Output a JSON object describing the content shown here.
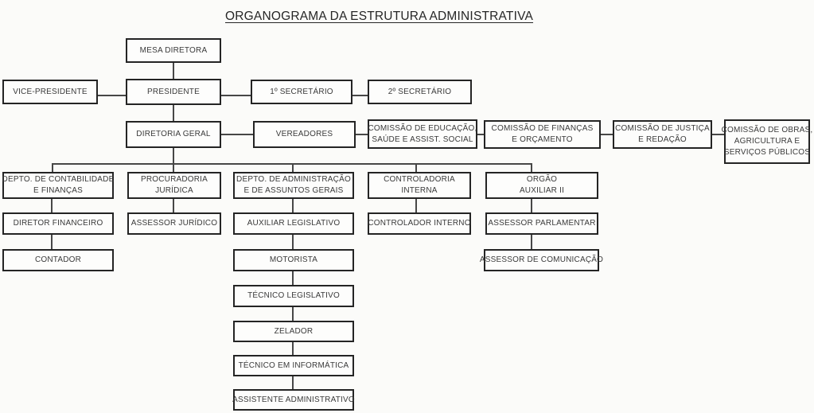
{
  "title": "ORGANOGRAMA DA ESTRUTURA ADMINISTRATIVA",
  "colors": {
    "background": "#fbfbf9",
    "box_border": "#242424",
    "connector_line": "#474747",
    "text": "#3a3a3a"
  },
  "nodes": {
    "mesa_diretora": {
      "lines": [
        "MESA DIRETORA"
      ]
    },
    "vice_presidente": {
      "lines": [
        "VICE-PRESIDENTE"
      ]
    },
    "presidente": {
      "lines": [
        "PRESIDENTE"
      ]
    },
    "primeiro_secretario": {
      "lines": [
        "1º SECRETÁRIO"
      ]
    },
    "segundo_secretario": {
      "lines": [
        "2º SECRETÁRIO"
      ]
    },
    "diretoria_geral": {
      "lines": [
        "DIRETORIA GERAL"
      ]
    },
    "vereadores": {
      "lines": [
        "VEREADORES"
      ]
    },
    "com_educacao": {
      "lines": [
        "COMISSÃO DE EDUCAÇÃO,",
        "SAÚDE E ASSIST. SOCIAL"
      ]
    },
    "com_financas": {
      "lines": [
        "COMISSÃO DE FINANÇAS",
        "E ORÇAMENTO"
      ]
    },
    "com_justica": {
      "lines": [
        "COMISSÃO DE JUSTIÇA",
        "E REDAÇÃO"
      ]
    },
    "com_obras": {
      "lines": [
        "COMISSÃO DE OBRAS,",
        "AGRICULTURA E",
        "SERVIÇOS PÚBLICOS"
      ]
    },
    "depto_contabilidade": {
      "lines": [
        "DEPTO. DE CONTABILIDADE",
        "E FINANÇAS"
      ]
    },
    "procuradoria_juridica": {
      "lines": [
        "PROCURADORIA",
        "JURÍDICA"
      ]
    },
    "depto_administracao": {
      "lines": [
        "DEPTO. DE ADMINISTRAÇÃO",
        "E DE ASSUNTOS GERAIS"
      ]
    },
    "controladoria_interna": {
      "lines": [
        "CONTROLADORIA",
        "INTERNA"
      ]
    },
    "orgao_auxiliar_ii": {
      "lines": [
        "ORGÃO",
        "AUXILIAR II"
      ]
    },
    "diretor_financeiro": {
      "lines": [
        "DIRETOR FINANCEIRO"
      ]
    },
    "assessor_juridico": {
      "lines": [
        "ASSESSOR JURÍDICO"
      ]
    },
    "auxiliar_legislativo": {
      "lines": [
        "AUXILIAR LEGISLATIVO"
      ]
    },
    "controlador_interno": {
      "lines": [
        "CONTROLADOR INTERNO"
      ]
    },
    "assessor_parlamentar": {
      "lines": [
        "ASSESSOR PARLAMENTAR"
      ]
    },
    "contador": {
      "lines": [
        "CONTADOR"
      ]
    },
    "motorista": {
      "lines": [
        "MOTORISTA"
      ]
    },
    "assessor_comunicacao": {
      "lines": [
        "ASSESSOR DE COMUNICAÇÃO"
      ]
    },
    "tecnico_legislativo": {
      "lines": [
        "TÉCNICO LEGISLATIVO"
      ]
    },
    "zelador": {
      "lines": [
        "ZELADOR"
      ]
    },
    "tecnico_informatica": {
      "lines": [
        "TÉCNICO EM INFORMÁTICA"
      ]
    },
    "assistente_administrativo": {
      "lines": [
        "ASSISTENTE ADMINISTRATIVO"
      ]
    }
  },
  "edges": [
    [
      "mesa_diretora",
      "presidente"
    ],
    [
      "presidente",
      "vice_presidente"
    ],
    [
      "presidente",
      "primeiro_secretario"
    ],
    [
      "primeiro_secretario",
      "segundo_secretario"
    ],
    [
      "presidente",
      "diretoria_geral"
    ],
    [
      "diretoria_geral",
      "vereadores"
    ],
    [
      "vereadores",
      "com_educacao"
    ],
    [
      "com_educacao",
      "com_financas"
    ],
    [
      "com_financas",
      "com_justica"
    ],
    [
      "com_justica",
      "com_obras"
    ],
    [
      "diretoria_geral",
      "depto_contabilidade"
    ],
    [
      "diretoria_geral",
      "procuradoria_juridica"
    ],
    [
      "diretoria_geral",
      "depto_administracao"
    ],
    [
      "diretoria_geral",
      "controladoria_interna"
    ],
    [
      "diretoria_geral",
      "orgao_auxiliar_ii"
    ],
    [
      "depto_contabilidade",
      "diretor_financeiro"
    ],
    [
      "diretor_financeiro",
      "contador"
    ],
    [
      "procuradoria_juridica",
      "assessor_juridico"
    ],
    [
      "depto_administracao",
      "auxiliar_legislativo"
    ],
    [
      "auxiliar_legislativo",
      "motorista"
    ],
    [
      "motorista",
      "tecnico_legislativo"
    ],
    [
      "tecnico_legislativo",
      "zelador"
    ],
    [
      "zelador",
      "tecnico_informatica"
    ],
    [
      "tecnico_informatica",
      "assistente_administrativo"
    ],
    [
      "controladoria_interna",
      "controlador_interno"
    ],
    [
      "orgao_auxiliar_ii",
      "assessor_parlamentar"
    ],
    [
      "assessor_parlamentar",
      "assessor_comunicacao"
    ]
  ]
}
